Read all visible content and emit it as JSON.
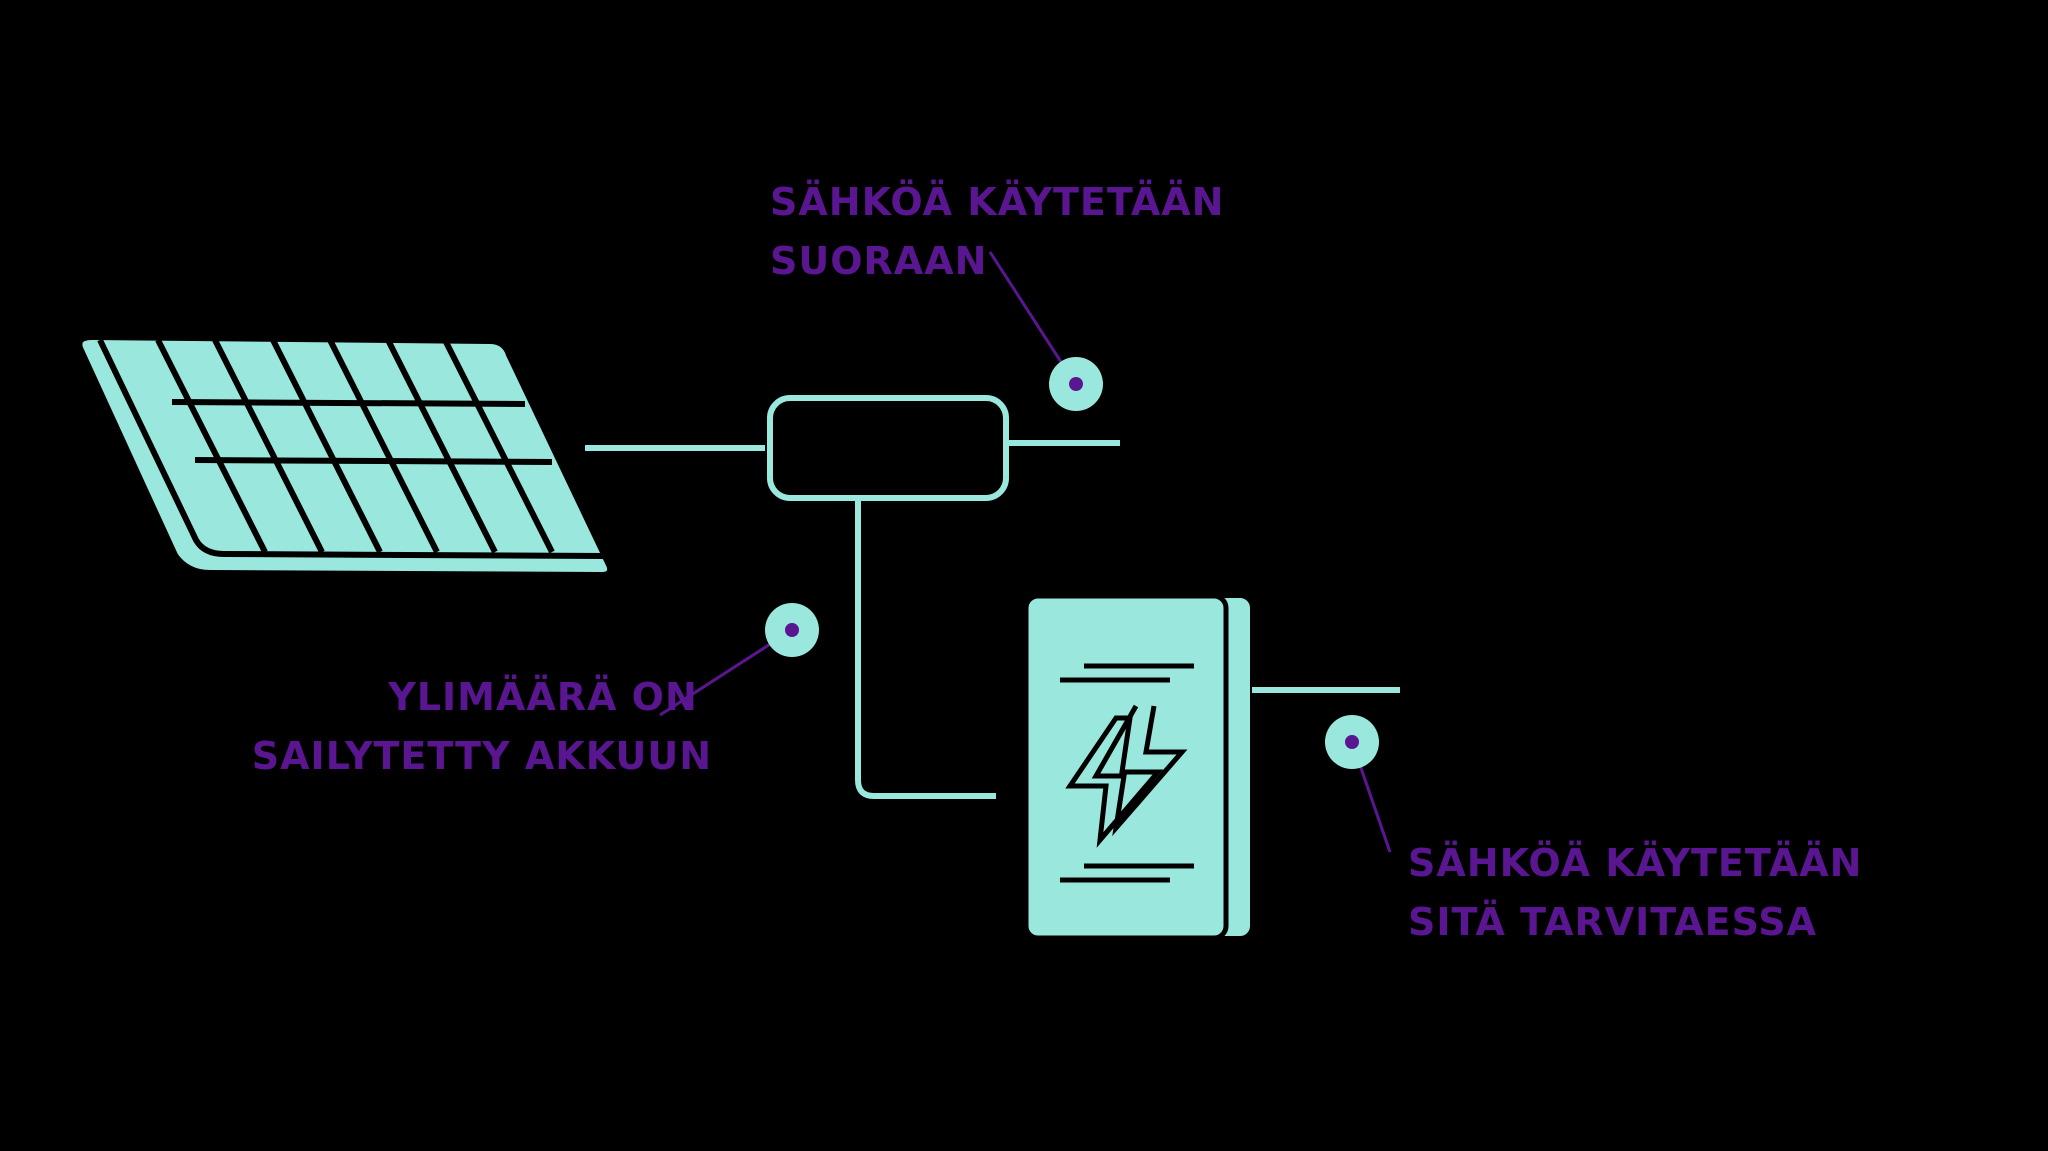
{
  "colors": {
    "background": "#000000",
    "device_fill": "#9ae8dd",
    "line": "#9ae8dd",
    "label_text": "#5a1691",
    "callout_dot": "#5a1691"
  },
  "icons": {
    "solar_panel": "solar-panel-icon",
    "inverter": "inverter-icon",
    "battery": "battery-icon",
    "lightning": "lightning-bolt-icon"
  },
  "labels": {
    "direct_use": {
      "line1": "SÄHKÖÄ KÄYTETÄÄN",
      "line2": "SUORAAN"
    },
    "excess_storage": {
      "line1": "YLIMÄÄRÄ ON",
      "line2": "SAILYTETTY AKKUUN"
    },
    "on_demand_use": {
      "line1": "SÄHKÖÄ KÄYTETÄÄN",
      "line2": "SITÄ TARVITAESSA"
    }
  }
}
